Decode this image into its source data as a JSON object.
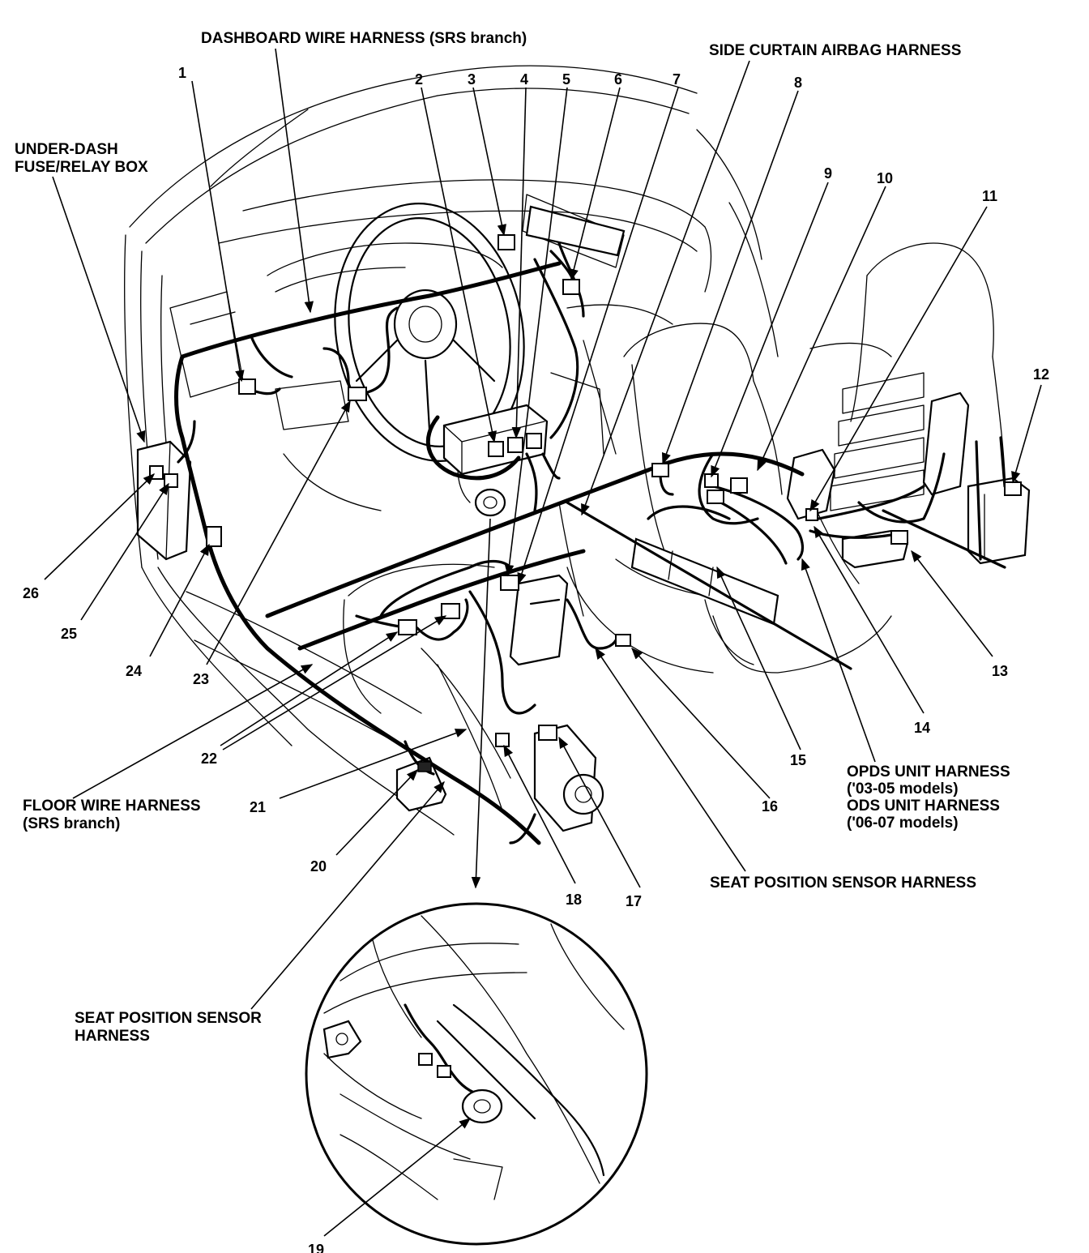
{
  "labels": {
    "dashboard_harness": "DASHBOARD WIRE HARNESS (SRS branch)",
    "side_curtain_harness": "SIDE CURTAIN AIRBAG HARNESS",
    "under_dash_line1": "UNDER-DASH",
    "under_dash_line2": "FUSE/RELAY BOX",
    "floor_harness_line1": "FLOOR WIRE HARNESS",
    "floor_harness_line2": "(SRS branch)",
    "opds_line1": "OPDS UNIT HARNESS",
    "opds_line2": "('03-05 models)",
    "ods_line1": "ODS UNIT HARNESS",
    "ods_line2": "('06-07 models)",
    "seat_sensor_harness": "SEAT POSITION SENSOR HARNESS",
    "seat_sensor_harness_detail_line1": "SEAT POSITION SENSOR",
    "seat_sensor_harness_detail_line2": "HARNESS"
  },
  "callouts": {
    "c1": "1",
    "c2": "2",
    "c3": "3",
    "c4": "4",
    "c5": "5",
    "c6": "6",
    "c7": "7",
    "c8": "8",
    "c9": "9",
    "c10": "10",
    "c11": "11",
    "c12": "12",
    "c13": "13",
    "c14": "14",
    "c15": "15",
    "c16": "16",
    "c17": "17",
    "c18": "18",
    "c19": "19",
    "c20": "20",
    "c21": "21",
    "c22": "22",
    "c23": "23",
    "c24": "24",
    "c25": "25",
    "c26": "26"
  }
}
